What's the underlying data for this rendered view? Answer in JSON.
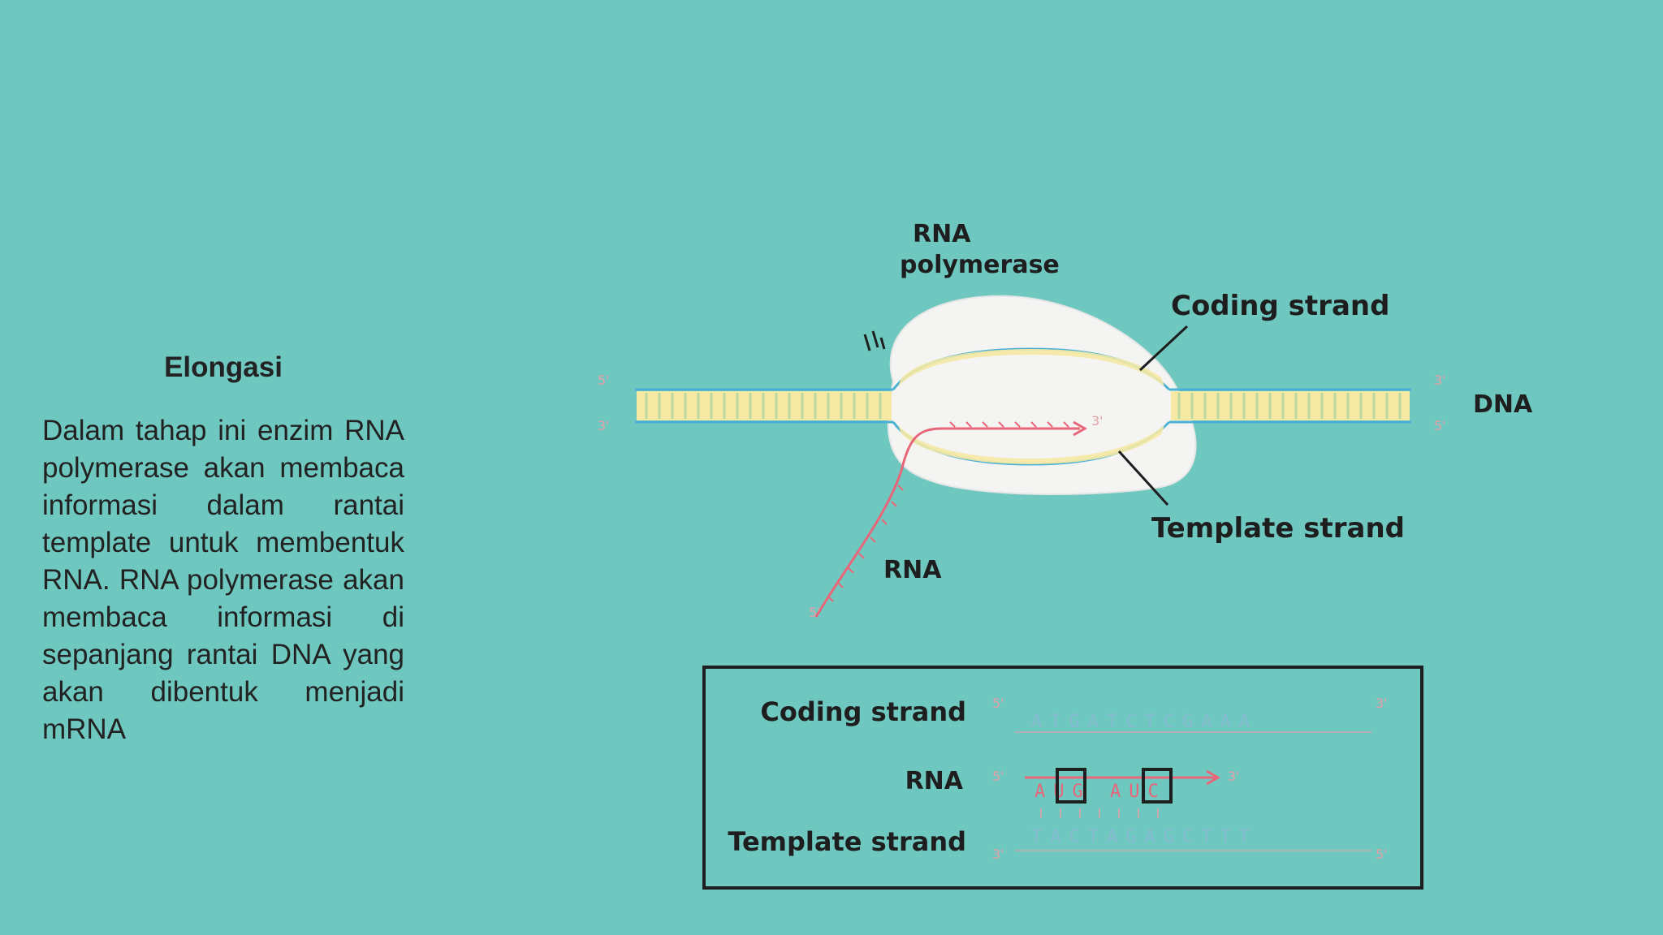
{
  "slide": {
    "heading": "Elongasi",
    "paragraph": "Dalam tahap ini enzim RNA polymerase akan membaca informasi dalam rantai template untuk membentuk RNA. RNA polymerase akan membaca informasi di sepanjang rantai DNA yang akan dibentuk menjadi mRNA"
  },
  "diagram": {
    "label_polymerase_line1": "RNA",
    "label_polymerase_line2": "polymerase",
    "label_coding": "Coding strand",
    "label_dna": "DNA",
    "label_template": "Template strand",
    "label_rna": "RNA",
    "end_5prime": "5'",
    "end_3prime": "3'",
    "colors": {
      "background": "#6fc8c0",
      "dna_fill": "#f5e9a3",
      "dna_edge": "#4bb0d6",
      "polymerase": "#f4f4f2",
      "rna": "#e8667a",
      "ink": "#1e1e1e"
    }
  },
  "box": {
    "row_coding_label": "Coding strand",
    "row_rna_label": "RNA",
    "row_template_label": "Template strand",
    "coding_seq": "ATGATCTCGAAA",
    "rna_seq": "AUG AUC",
    "template_seq": "TACTAGAGCTTT",
    "end_5prime": "5'",
    "end_3prime": "3'"
  }
}
